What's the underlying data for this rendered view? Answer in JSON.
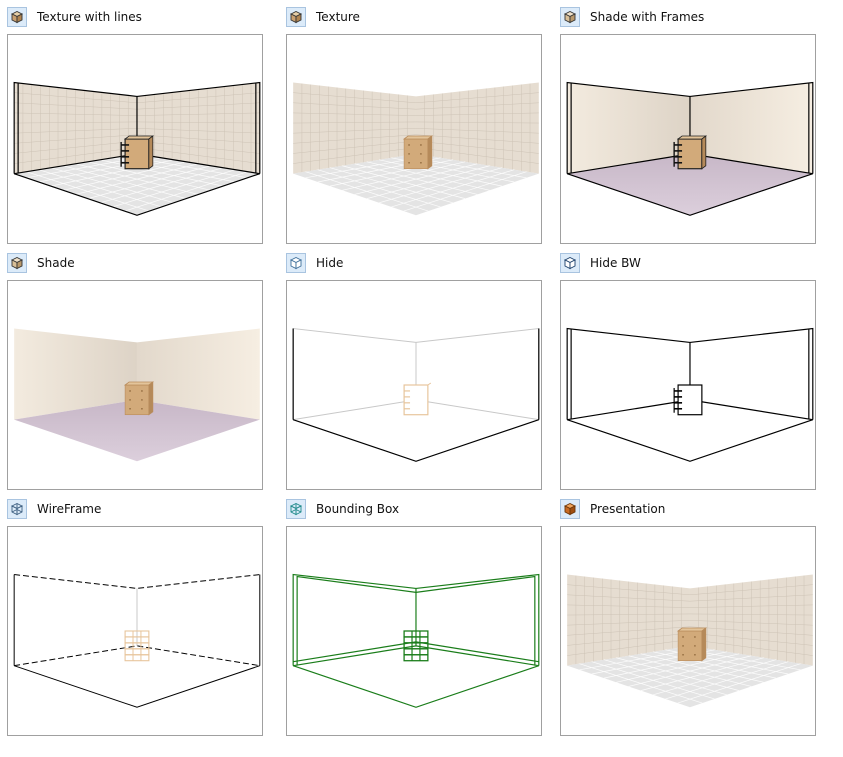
{
  "views": [
    {
      "label": "Texture with lines",
      "icon": "textured-cube-icon",
      "style": "texture-lines"
    },
    {
      "label": "Texture",
      "icon": "textured-cube-icon",
      "style": "texture"
    },
    {
      "label": "Shade with Frames",
      "icon": "shaded-cube-icon",
      "style": "shade-frames"
    },
    {
      "label": "Shade",
      "icon": "shaded-cube-icon",
      "style": "shade"
    },
    {
      "label": "Hide",
      "icon": "hidden-line-cube-icon",
      "style": "hide"
    },
    {
      "label": "Hide BW",
      "icon": "hidden-line-bw-cube-icon",
      "style": "hide-bw"
    },
    {
      "label": "WireFrame",
      "icon": "wireframe-cube-icon",
      "style": "wireframe"
    },
    {
      "label": "Bounding Box",
      "icon": "bounding-box-cube-icon",
      "style": "bbox"
    },
    {
      "label": "Presentation",
      "icon": "presentation-cube-icon",
      "style": "presentation"
    }
  ],
  "colors": {
    "wall_texture": "#e6ddd1",
    "floor_texture": "#e4e4e4",
    "wall_shade": "#efe6da",
    "floor_shade": "#d8c8d8",
    "cabinet": "#d2aa7a",
    "cabinet_line": "#e7c59c",
    "bbox_green": "#1a7d1a",
    "icon_bg": "#dcebf9",
    "icon_border": "#a9c4e0"
  }
}
